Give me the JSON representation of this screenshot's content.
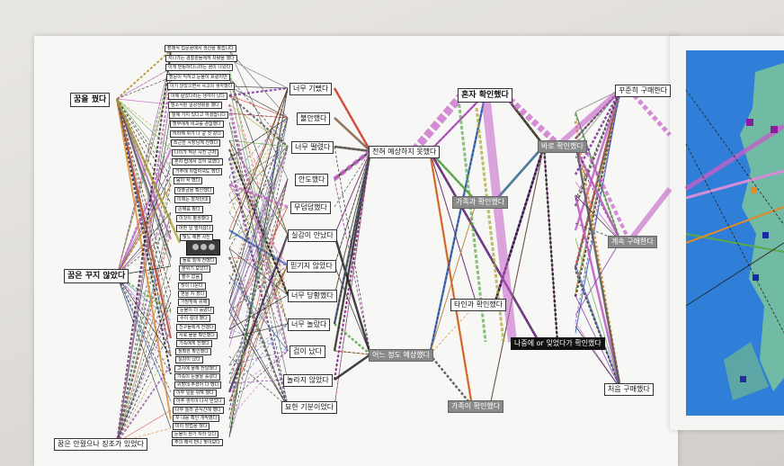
{
  "left_labels": {
    "top": "꿈을 꿨다",
    "middle": "꿈은 꾸지 않았다",
    "bottom": "꿈은 안꿨으나 징조가 있었다"
  },
  "dream_items": [
    "장례식 집문꿈에서 생산을 봤습니다",
    "지나가는 경찰관들에게 차량을 했다",
    "이게 번팅하다니라는 꿈이 나왔다",
    "할문이 익히고 눈물이 흐렸지만",
    "아기 앉았으면서 사고의 생각했다",
    "이제 살았다라는 생각이 났다",
    "밤소식된 일상생활을 했다",
    "말에 가지 있다고 하셨습니다",
    "할무에게 비교를 경험했다",
    "하라해 위가 나 갈 것 같다",
    "최근한 사장님께 전했다",
    "나이가 적은 사진 근처",
    "혼자 밥에서 갔어 보였다",
    "가주에 위험하셔도 했다",
    "몸이 꾹 했다",
    "대출금을 확인했다",
    "이제는 잠자던데",
    "손해를 봤다",
    "이것이 평생했다",
    "어떤 일 벌어졌다",
    "빛노 예쁜 사진",
    "돌로 밑에 전했다",
    "분위기 보았다",
    "팔수 없음",
    "짓이 나온다",
    "편을 지 쳤다",
    "가방밖에 위해",
    "눈물이 더 흘렸다",
    "수이 절대 했다",
    "친구들에게 전했다",
    "서로 물을 확인했다",
    "가족에게 전했다",
    "정확한 확인했다",
    "실감이 났다",
    "고사에 올해 전달했다",
    "가족이 눈물을 흘렸다",
    "위할데 주셨어 다 했다",
    "아무 일을 위해 했다",
    "아주 생각이 나서 얻었다",
    "너무 놀라 순식간에 했다",
    "꾸 내용 확인 개막했다",
    "미리 방법을 했다",
    "눈물이 뭔가 자라 있다",
    "주의 해석 만나 맞아보다"
  ],
  "feelings": [
    "너무 기뻤다",
    "불안했다",
    "너무 떨렸다",
    "안도했다",
    "무덤덤했다",
    "실감이 안났다",
    "믿기지 않았다",
    "너무 당황했다",
    "너무 놀랐다",
    "겁이 났다",
    "놀라지 않았다",
    "묘한 기분이었다"
  ],
  "expect": [
    "전혀 예상하지 못했다",
    "어느 정도 예상했다"
  ],
  "check": [
    "혼자 확인했다",
    "가족과 확인했다",
    "타인과 확인했다",
    "가족이 확인했다",
    "나중에 or 잊었다가 확인했다"
  ],
  "purchase_timing": [
    "바로 확인했다"
  ],
  "purchase": [
    "꾸준히 구매한다",
    "계속 구매한다",
    "처음 구매했다"
  ],
  "colors": {
    "magenta": "#c45fc8",
    "green": "#5aa84a",
    "olive": "#a9a32c",
    "orange": "#e08a2a",
    "blue": "#3a68c2",
    "purple": "#7a2aa0",
    "red": "#d23a2a",
    "map_blue": "#2f7fd8",
    "map_land": "#6fb890"
  }
}
